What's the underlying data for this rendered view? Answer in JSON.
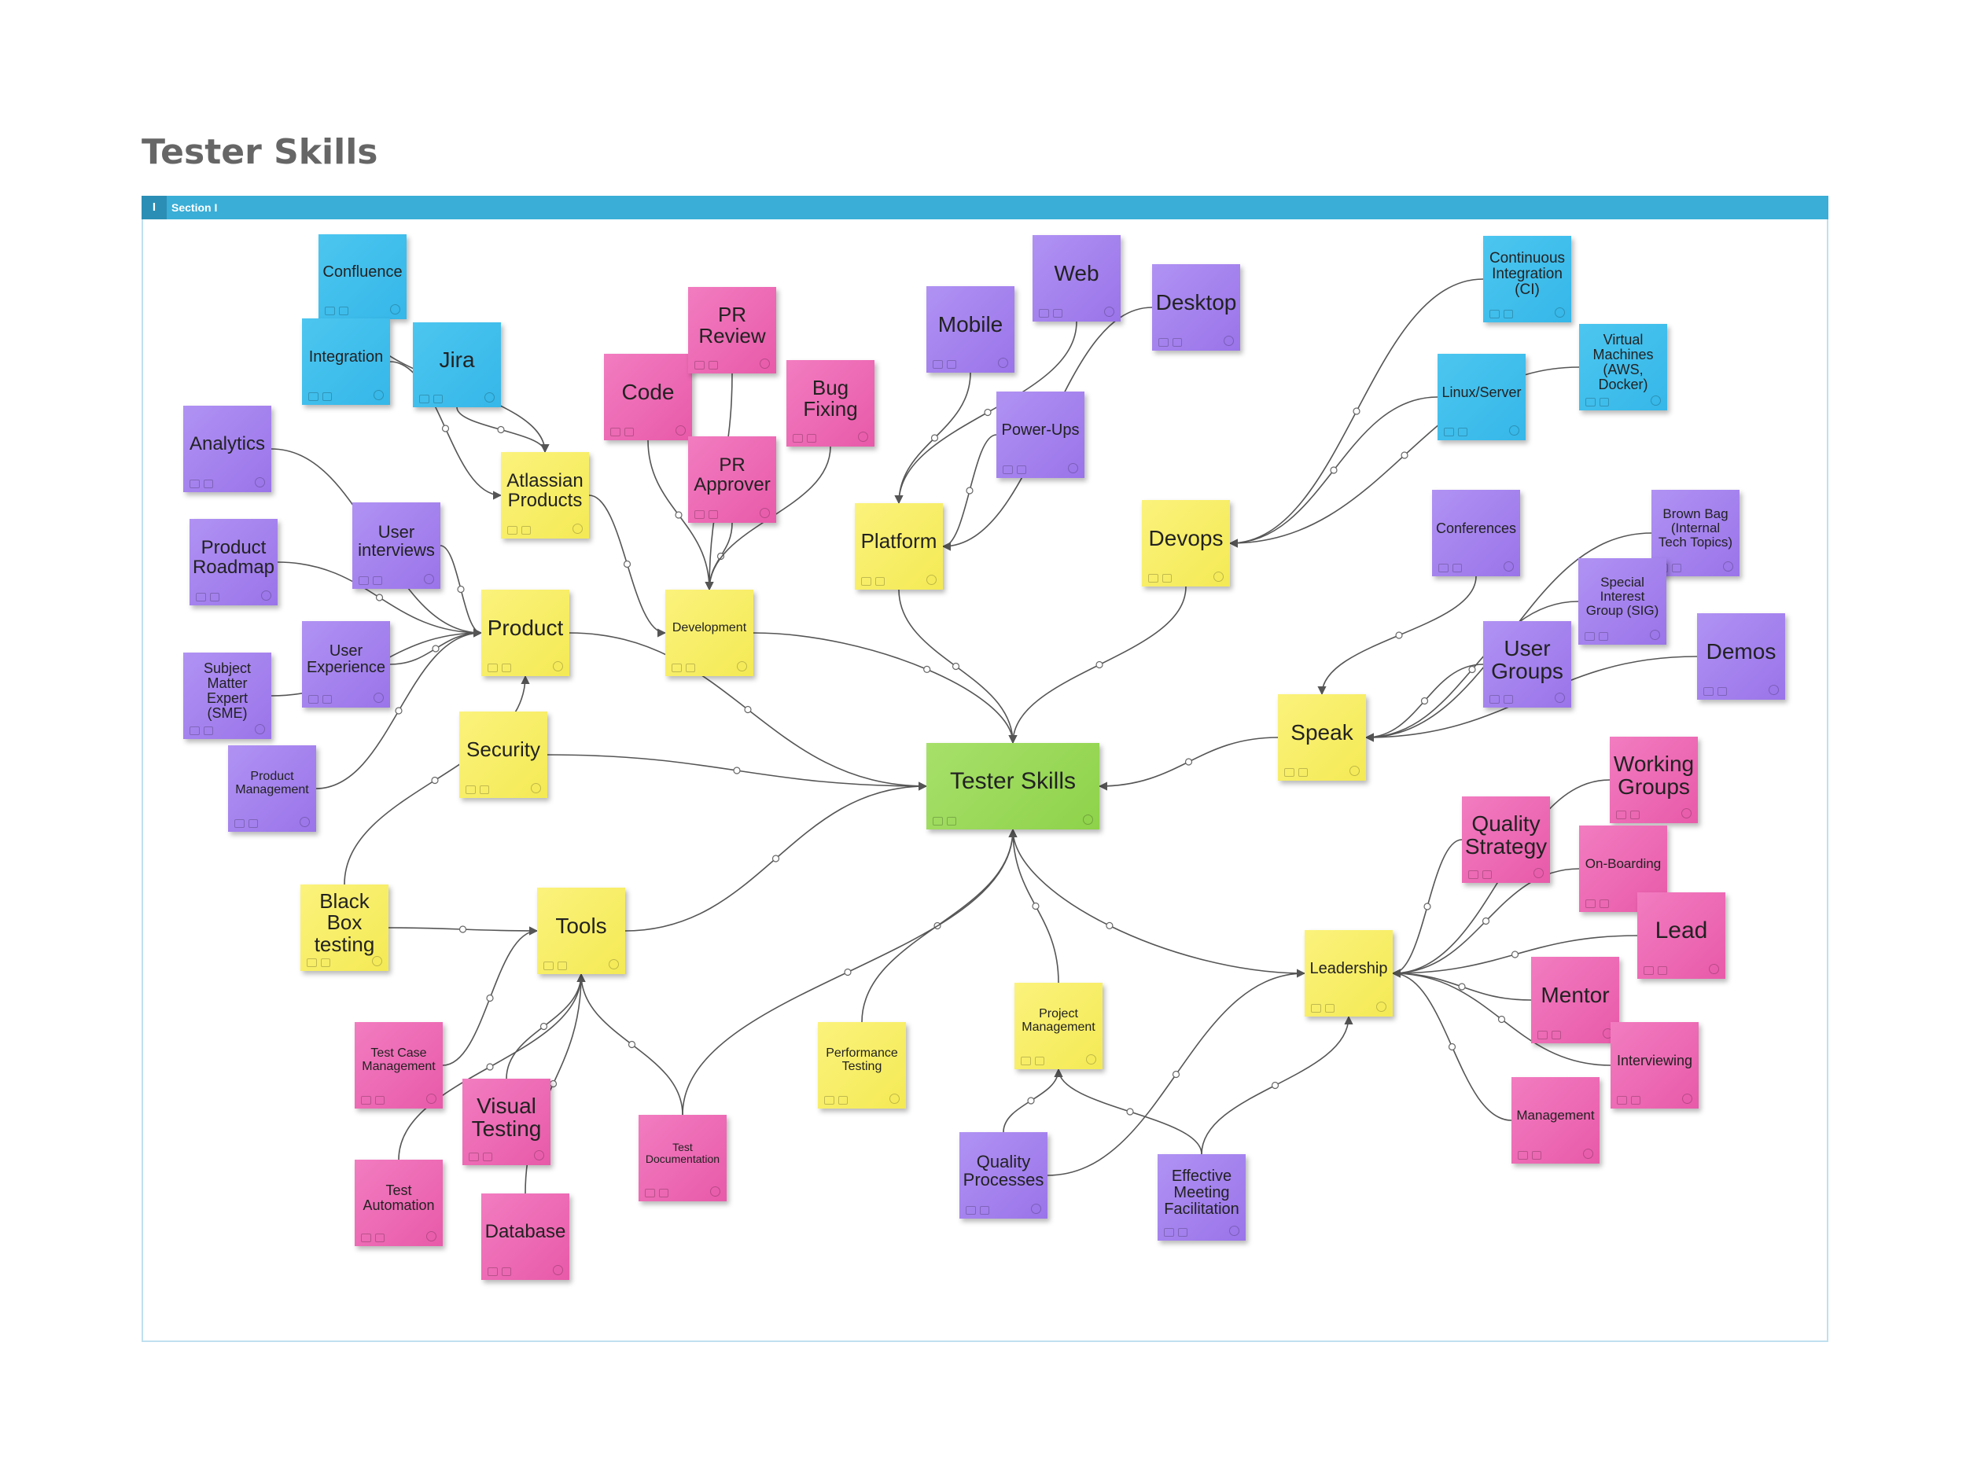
{
  "page_title": "Tester Skills",
  "section": {
    "number": "I",
    "label": "Section I"
  },
  "colors": {
    "blue": "#3db9ea",
    "purple": "#a383ee",
    "pink": "#ee6bb5",
    "yellow": "#f8ee65",
    "green": "#98d957",
    "section_header": "#3aaed6",
    "connector": "#555555"
  },
  "nodes": [
    {
      "id": "tester-skills",
      "text": "Tester Skills",
      "color": "green"
    },
    {
      "id": "confluence",
      "text": "Confluence",
      "color": "blue"
    },
    {
      "id": "integration",
      "text": "Integration",
      "color": "blue"
    },
    {
      "id": "jira",
      "text": "Jira",
      "color": "blue"
    },
    {
      "id": "atlassian-products",
      "text": "Atlassian\nProducts",
      "color": "yellow"
    },
    {
      "id": "code",
      "text": "Code",
      "color": "pink"
    },
    {
      "id": "pr-review",
      "text": "PR\nReview",
      "color": "pink"
    },
    {
      "id": "pr-approver",
      "text": "PR\nApprover",
      "color": "pink"
    },
    {
      "id": "bug-fixing",
      "text": "Bug\nFixing",
      "color": "pink"
    },
    {
      "id": "development",
      "text": "Development",
      "color": "yellow"
    },
    {
      "id": "mobile",
      "text": "Mobile",
      "color": "purple"
    },
    {
      "id": "web",
      "text": "Web",
      "color": "purple"
    },
    {
      "id": "desktop",
      "text": "Desktop",
      "color": "purple"
    },
    {
      "id": "power-ups",
      "text": "Power-Ups",
      "color": "purple"
    },
    {
      "id": "platform",
      "text": "Platform",
      "color": "yellow"
    },
    {
      "id": "analytics",
      "text": "Analytics",
      "color": "purple"
    },
    {
      "id": "user-interviews",
      "text": "User\ninterviews",
      "color": "purple"
    },
    {
      "id": "product-roadmap",
      "text": "Product\nRoadmap",
      "color": "purple"
    },
    {
      "id": "user-experience",
      "text": "User\nExperience",
      "color": "purple"
    },
    {
      "id": "sme",
      "text": "Subject\nMatter\nExpert (SME)",
      "color": "purple"
    },
    {
      "id": "product-management",
      "text": "Product\nManagement",
      "color": "purple"
    },
    {
      "id": "product",
      "text": "Product",
      "color": "yellow"
    },
    {
      "id": "security",
      "text": "Security",
      "color": "yellow"
    },
    {
      "id": "black-box",
      "text": "Black\nBox\ntesting",
      "color": "yellow"
    },
    {
      "id": "tools",
      "text": "Tools",
      "color": "yellow"
    },
    {
      "id": "test-case-mgmt",
      "text": "Test Case\nManagement",
      "color": "pink"
    },
    {
      "id": "visual-testing",
      "text": "Visual\nTesting",
      "color": "pink"
    },
    {
      "id": "test-automation",
      "text": "Test\nAutomation",
      "color": "pink"
    },
    {
      "id": "database",
      "text": "Database",
      "color": "pink"
    },
    {
      "id": "test-documentation",
      "text": "Test\nDocumentation",
      "color": "pink"
    },
    {
      "id": "performance-testing",
      "text": "Performance\nTesting",
      "color": "yellow"
    },
    {
      "id": "project-management",
      "text": "Project\nManagement",
      "color": "yellow"
    },
    {
      "id": "quality-processes",
      "text": "Quality\nProcesses",
      "color": "purple"
    },
    {
      "id": "effective-meeting",
      "text": "Effective\nMeeting\nFacilitation",
      "color": "purple"
    },
    {
      "id": "devops",
      "text": "Devops",
      "color": "yellow"
    },
    {
      "id": "ci",
      "text": "Continuous\nIntegration\n(CI)",
      "color": "blue"
    },
    {
      "id": "linux-server",
      "text": "Linux/Server",
      "color": "blue"
    },
    {
      "id": "virtual-machines",
      "text": "Virtual\nMachines\n(AWS,\nDocker)",
      "color": "blue"
    },
    {
      "id": "speak",
      "text": "Speak",
      "color": "yellow"
    },
    {
      "id": "conferences",
      "text": "Conferences",
      "color": "purple"
    },
    {
      "id": "brown-bag",
      "text": "Brown Bag\n(Internal\nTech Topics)",
      "color": "purple"
    },
    {
      "id": "sig",
      "text": "Special\nInterest\nGroup (SIG)",
      "color": "purple"
    },
    {
      "id": "user-groups",
      "text": "User\nGroups",
      "color": "purple"
    },
    {
      "id": "demos",
      "text": "Demos",
      "color": "purple"
    },
    {
      "id": "leadership",
      "text": "Leadership",
      "color": "yellow"
    },
    {
      "id": "quality-strategy",
      "text": "Quality\nStrategy",
      "color": "pink"
    },
    {
      "id": "working-groups",
      "text": "Working\nGroups",
      "color": "pink"
    },
    {
      "id": "on-boarding",
      "text": "On-Boarding",
      "color": "pink"
    },
    {
      "id": "lead",
      "text": "Lead",
      "color": "pink"
    },
    {
      "id": "mentor",
      "text": "Mentor",
      "color": "pink"
    },
    {
      "id": "interviewing",
      "text": "Interviewing",
      "color": "pink"
    },
    {
      "id": "management",
      "text": "Management",
      "color": "pink"
    }
  ],
  "edges": [
    [
      "development",
      "tester-skills"
    ],
    [
      "platform",
      "tester-skills"
    ],
    [
      "security",
      "tester-skills"
    ],
    [
      "tools",
      "tester-skills"
    ],
    [
      "product",
      "tester-skills"
    ],
    [
      "performance-testing",
      "tester-skills"
    ],
    [
      "project-management",
      "tester-skills"
    ],
    [
      "devops",
      "tester-skills"
    ],
    [
      "speak",
      "tester-skills"
    ],
    [
      "leadership",
      "tester-skills"
    ],
    [
      "test-documentation",
      "tester-skills"
    ],
    [
      "confluence",
      "atlassian-products"
    ],
    [
      "integration",
      "atlassian-products"
    ],
    [
      "jira",
      "atlassian-products"
    ],
    [
      "atlassian-products",
      "development"
    ],
    [
      "code",
      "development"
    ],
    [
      "pr-review",
      "development"
    ],
    [
      "pr-approver",
      "development"
    ],
    [
      "bug-fixing",
      "development"
    ],
    [
      "mobile",
      "platform"
    ],
    [
      "web",
      "platform"
    ],
    [
      "desktop",
      "platform"
    ],
    [
      "power-ups",
      "platform"
    ],
    [
      "analytics",
      "product"
    ],
    [
      "user-interviews",
      "product"
    ],
    [
      "product-roadmap",
      "product"
    ],
    [
      "user-experience",
      "product"
    ],
    [
      "sme",
      "product"
    ],
    [
      "product-management",
      "product"
    ],
    [
      "black-box",
      "product"
    ],
    [
      "black-box",
      "tools"
    ],
    [
      "test-case-mgmt",
      "tools"
    ],
    [
      "visual-testing",
      "tools"
    ],
    [
      "test-automation",
      "tools"
    ],
    [
      "database",
      "tools"
    ],
    [
      "test-documentation",
      "tools"
    ],
    [
      "quality-processes",
      "project-management"
    ],
    [
      "effective-meeting",
      "project-management"
    ],
    [
      "quality-processes",
      "leadership"
    ],
    [
      "effective-meeting",
      "leadership"
    ],
    [
      "ci",
      "devops"
    ],
    [
      "linux-server",
      "devops"
    ],
    [
      "virtual-machines",
      "devops"
    ],
    [
      "conferences",
      "speak"
    ],
    [
      "brown-bag",
      "speak"
    ],
    [
      "sig",
      "speak"
    ],
    [
      "user-groups",
      "speak"
    ],
    [
      "demos",
      "speak"
    ],
    [
      "quality-strategy",
      "leadership"
    ],
    [
      "working-groups",
      "leadership"
    ],
    [
      "on-boarding",
      "leadership"
    ],
    [
      "lead",
      "leadership"
    ],
    [
      "mentor",
      "leadership"
    ],
    [
      "interviewing",
      "leadership"
    ],
    [
      "management",
      "leadership"
    ]
  ]
}
